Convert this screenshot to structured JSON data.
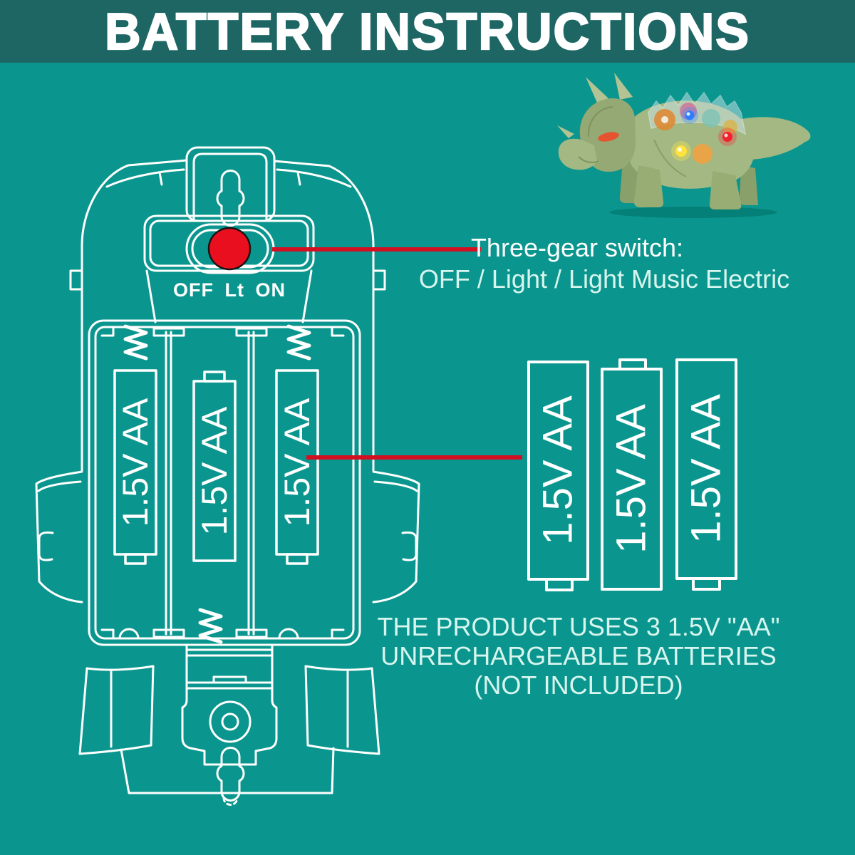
{
  "header": {
    "title": "BATTERY INSTRUCTIONS"
  },
  "colors": {
    "background": "#0a968e",
    "header_bar": "#1d6664",
    "line_art": "#ffffff",
    "annotation_red": "#d31022",
    "knob_red": "#e90f1e",
    "pale_text": "#d7f5ee"
  },
  "diagram": {
    "switch_positions_label": "OFF Lt ON",
    "battery_slots": [
      "1.5V AA",
      "1.5V AA",
      "1.5V AA"
    ]
  },
  "batteries_panel": {
    "labels": [
      "1.5V AA",
      "1.5V AA",
      "1.5V AA"
    ]
  },
  "switch_annotation": {
    "title": "Three-gear switch:",
    "modes": "OFF  /  Light  /  Light Music Electric"
  },
  "note": {
    "line1": "THE PRODUCT USES 3 1.5V \"AA\"",
    "line2": "UNRECHARGEABLE BATTERIES",
    "line3": "(NOT INCLUDED)"
  },
  "product": {
    "icon": "triceratops-gear-toy"
  }
}
